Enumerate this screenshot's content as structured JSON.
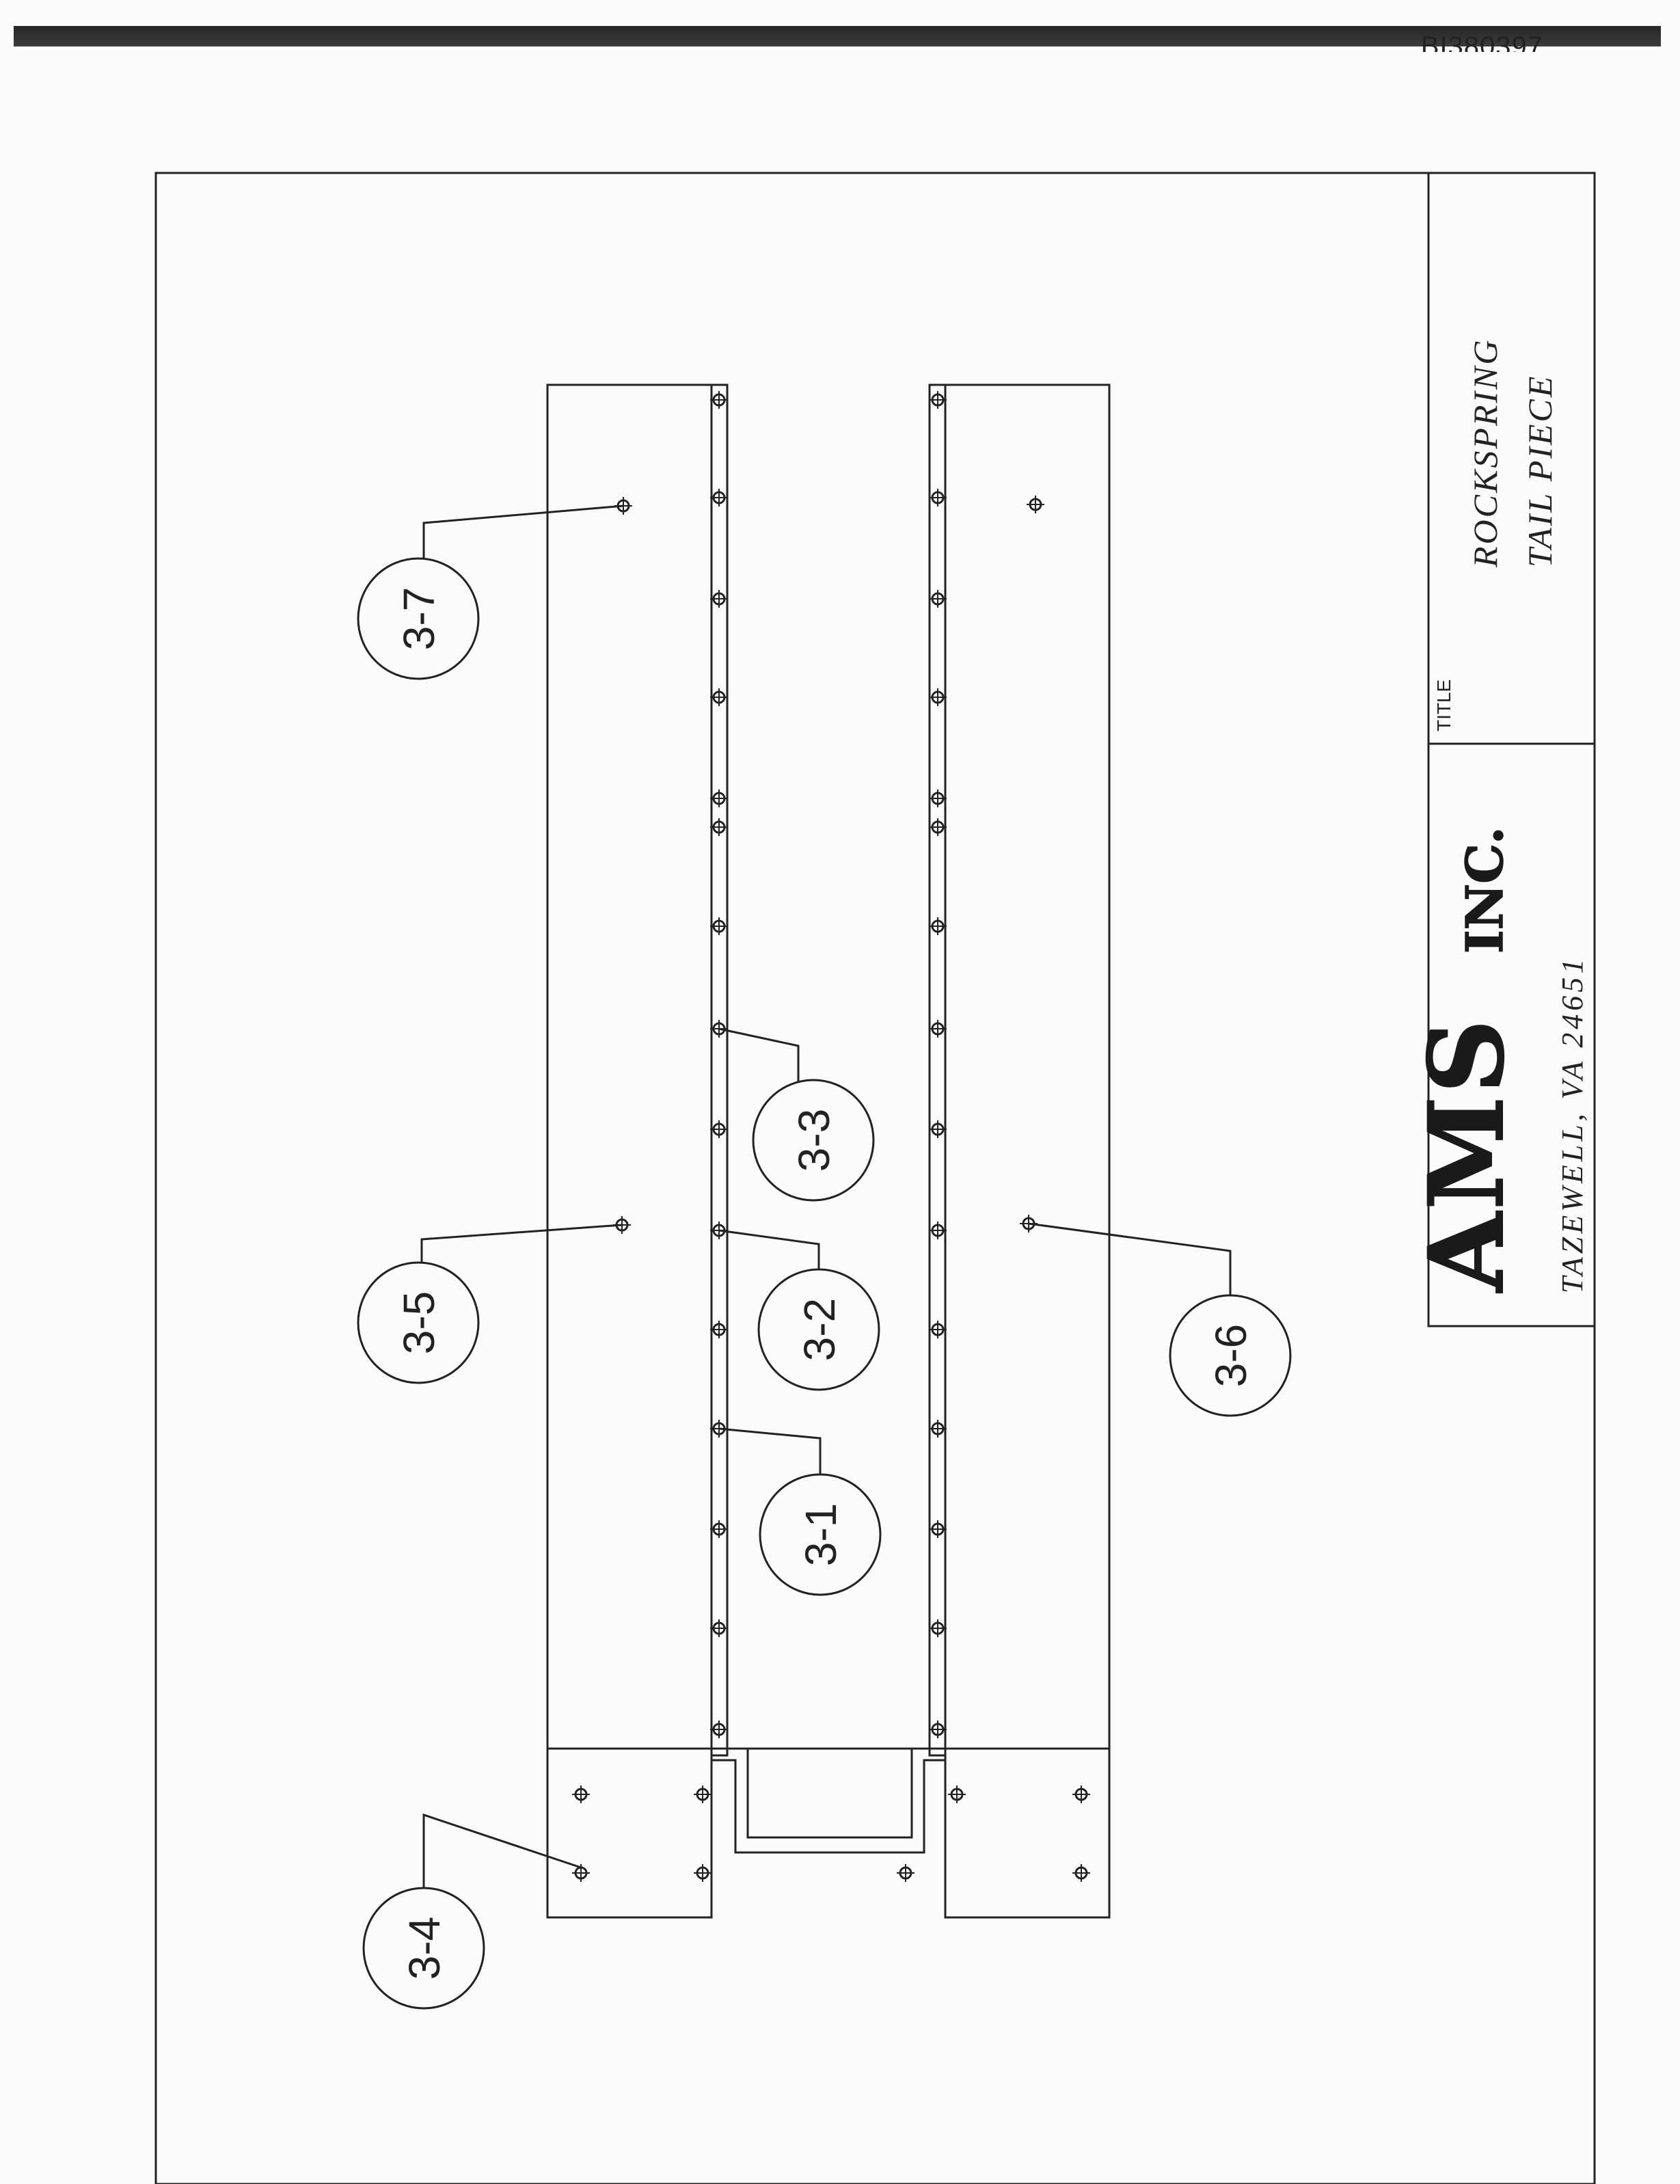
{
  "header": {
    "bates_number": "BI380397"
  },
  "callouts": [
    {
      "id": "3-1",
      "label": "3-1"
    },
    {
      "id": "3-2",
      "label": "3-2"
    },
    {
      "id": "3-3",
      "label": "3-3"
    },
    {
      "id": "3-4",
      "label": "3-4"
    },
    {
      "id": "3-5",
      "label": "3-5"
    },
    {
      "id": "3-6",
      "label": "3-6"
    },
    {
      "id": "3-7",
      "label": "3-7"
    }
  ],
  "title_block": {
    "title_label": "TITLE",
    "title_line_1": "ROCKSPRING",
    "title_line_2": "TAIL PIECE",
    "company_logo": "AMS",
    "company_suffix": "INC.",
    "company_location": "TAZEWELL, VA 24651"
  },
  "colors": {
    "line": "#222222",
    "paper": "#fbfbf9"
  }
}
